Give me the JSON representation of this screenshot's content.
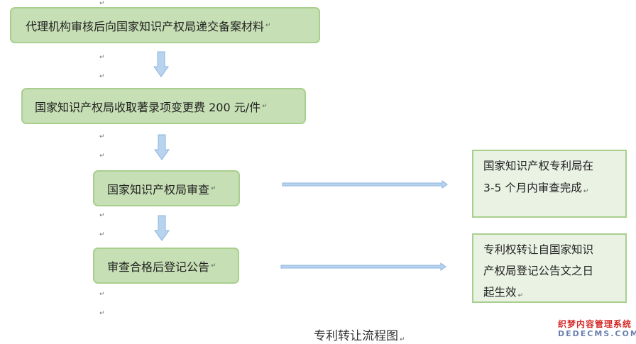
{
  "flow": {
    "step1": "代理机构审核后向国家知识产权局递交备案材料",
    "step2": "国家知识产权局收取著录项变更费 200 元/件",
    "step3": "国家知识产权局审查",
    "step4": "审查合格后登记公告"
  },
  "notes": {
    "note1_line1": "国家知识产权专利局在",
    "note1_line2": "3-5 个月内审查完成",
    "note2_line1": "专利权转让自国家知识",
    "note2_line2": "产权局登记公告文之日",
    "note2_line3": "起生效"
  },
  "caption": "专利转让流程图",
  "paragraph_mark": "↵",
  "watermark": {
    "cn": "织梦内容管理系统",
    "en": "DEDECMS.COM"
  },
  "colors": {
    "box_fill": "#c6dfb4",
    "box_border": "#a9cf8e",
    "note_fill": "#eaf2e4",
    "arrow_fill": "#b8d3ee",
    "arrow_stroke": "#8eb4de"
  }
}
